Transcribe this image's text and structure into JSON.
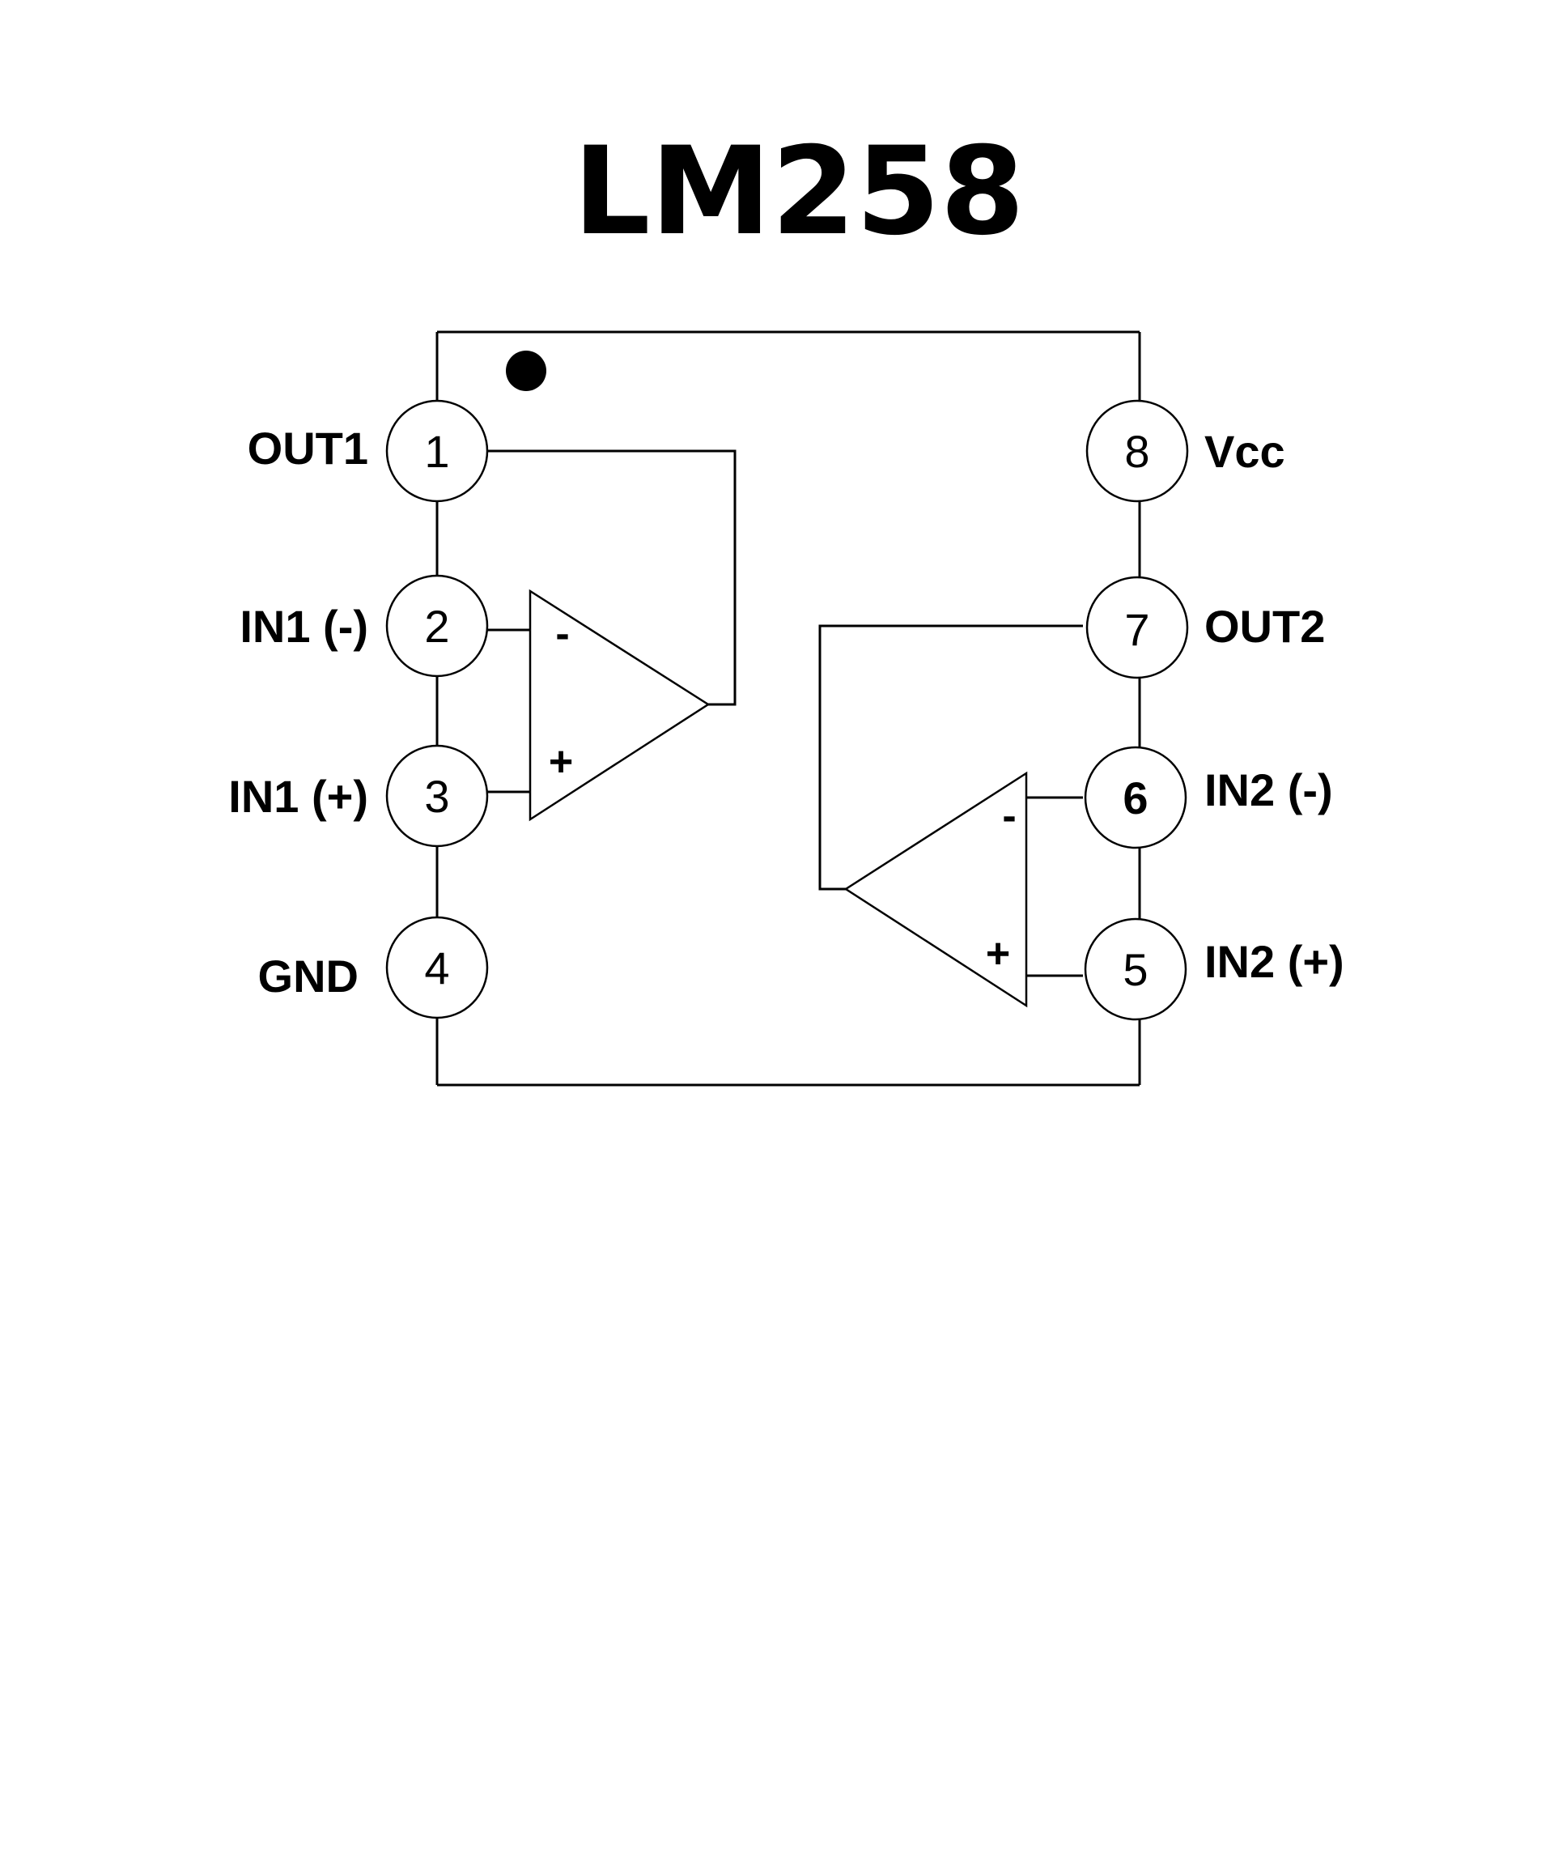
{
  "title": "LM258",
  "pins": [
    {
      "number": "1",
      "label": "OUT1"
    },
    {
      "number": "2",
      "label": "IN1 (-)"
    },
    {
      "number": "3",
      "label": "IN1 (+)"
    },
    {
      "number": "4",
      "label": "GND"
    },
    {
      "number": "5",
      "label": "IN2 (+)"
    },
    {
      "number": "6",
      "label": "IN2 (-)"
    },
    {
      "number": "7",
      "label": "OUT2"
    },
    {
      "number": "8",
      "label": "Vcc"
    }
  ],
  "opamp1": {
    "minus": "-",
    "plus": "+"
  },
  "opamp2": {
    "minus": "-",
    "plus": "+"
  }
}
